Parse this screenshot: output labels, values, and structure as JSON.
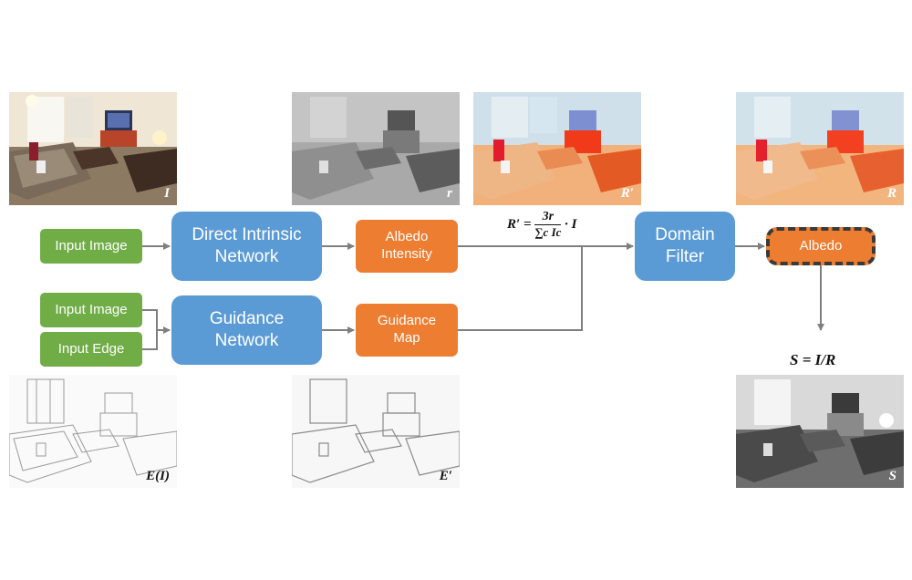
{
  "thumbnails": {
    "input_image": {
      "label": "I",
      "style": "color room photo"
    },
    "reflectance_intensity": {
      "label": "r",
      "style": "gray"
    },
    "albedo_rgb": {
      "label": "R′",
      "style": "color albedo"
    },
    "albedo_filtered": {
      "label": "R",
      "style": "color albedo"
    },
    "input_edge": {
      "label": "E(I)",
      "style": "edge sketch"
    },
    "guidance_edge": {
      "label": "E′",
      "style": "edge sketch"
    },
    "shading": {
      "label": "S",
      "style": "gray shading"
    }
  },
  "nodes": {
    "input_image_1": "Input Image",
    "input_image_2": "Input Image",
    "input_edge": "Input Edge",
    "direct_intrinsic_network": "Direct Intrinsic\nNetwork",
    "guidance_network": "Guidance\nNetwork",
    "albedo_intensity": "Albedo\nIntensity",
    "guidance_map": "Guidance\nMap",
    "domain_filter": "Domain\nFilter",
    "albedo": "Albedo"
  },
  "formulas": {
    "albedo_lhs": "R′ =",
    "albedo_num": "3r",
    "albedo_den": "∑c Ic",
    "albedo_rhs": "· I",
    "shading": "S = I/R"
  },
  "colors": {
    "green": "#70ad47",
    "blue": "#5b9bd5",
    "orange": "#ed7d31",
    "arrow": "#7f7f7f"
  }
}
